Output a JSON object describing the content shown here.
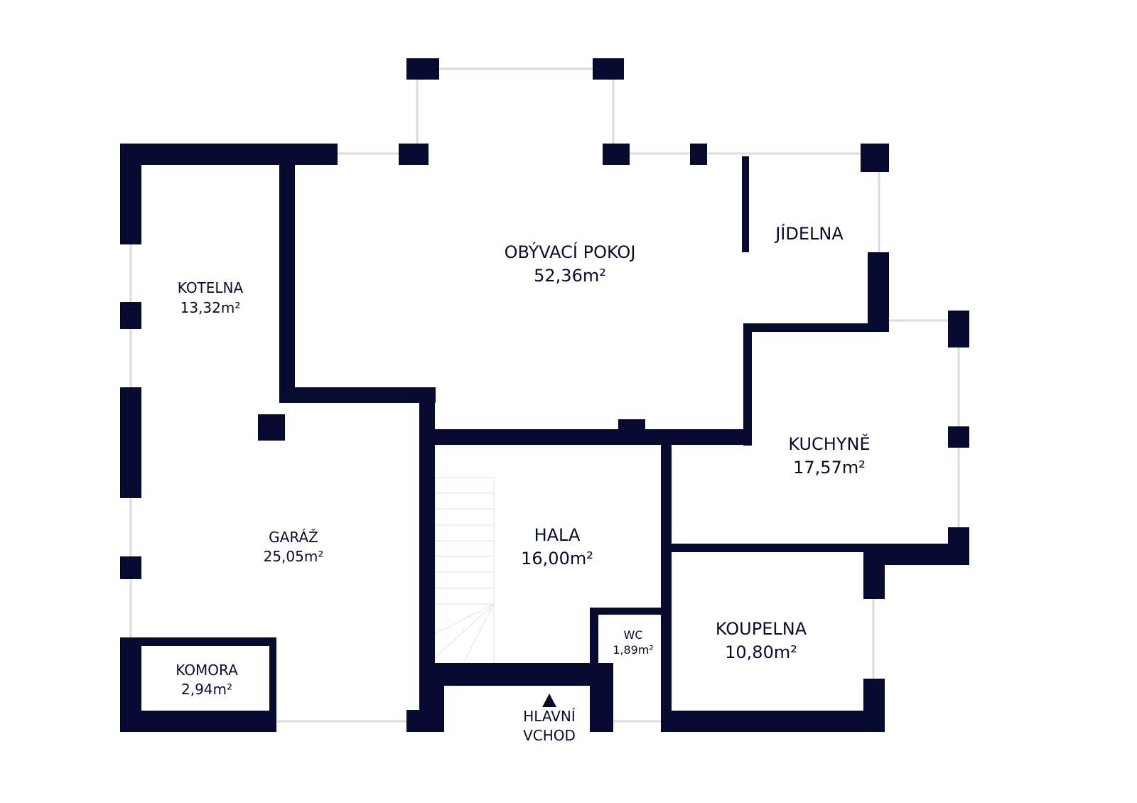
{
  "colors": {
    "wall": "#080b30",
    "window": "#dcdcdc"
  },
  "rooms": [
    {
      "name": "OBÝVACÍ POKOJ",
      "area": "52,36m²"
    },
    {
      "name": "JÍDELNA"
    },
    {
      "name": "KOTELNA",
      "area": "13,32m²"
    },
    {
      "name": "GARÁŽ",
      "area": "25,05m²"
    },
    {
      "name": "KOMORA",
      "area": "2,94m²"
    },
    {
      "name": "HALA",
      "area": "16,00m²"
    },
    {
      "name": "WC",
      "area": "1,89m²"
    },
    {
      "name": "KUCHYNĚ",
      "area": "17,57m²"
    },
    {
      "name": "KOUPELNA",
      "area": "10,80m²"
    }
  ],
  "entrance": {
    "line1": "HLAVNÍ",
    "line2": "VCHOD"
  }
}
